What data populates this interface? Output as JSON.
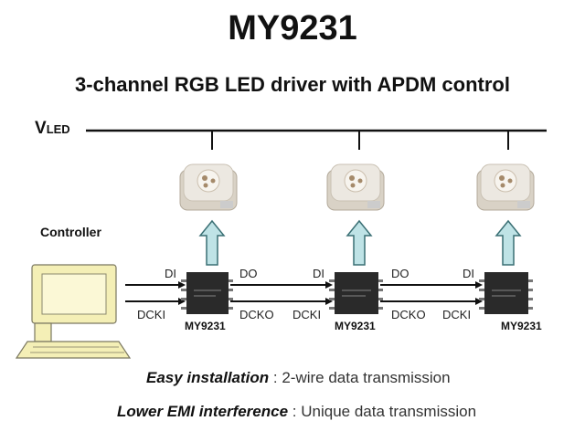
{
  "title": "MY9231",
  "subtitle": "3-channel RGB LED driver with APDM control",
  "vled": {
    "main": "V",
    "sub": "LED"
  },
  "controller_label": "Controller",
  "signals": {
    "di": "DI",
    "do": "DO",
    "dcki": "DCKI",
    "dcko": "DCKO"
  },
  "chip_name": "MY9231",
  "footer": [
    {
      "emph": "Easy installation",
      "text": " : 2-wire data transmission"
    },
    {
      "emph": "Lower EMI interference",
      "text": " : Unique data transmission"
    }
  ],
  "colors": {
    "arrow_fill": "#bfe3e6",
    "arrow_stroke": "#3a6f74",
    "chip": "#2a2a2a",
    "led_body": "#e9e4dc",
    "computer": "#f4efb6"
  }
}
